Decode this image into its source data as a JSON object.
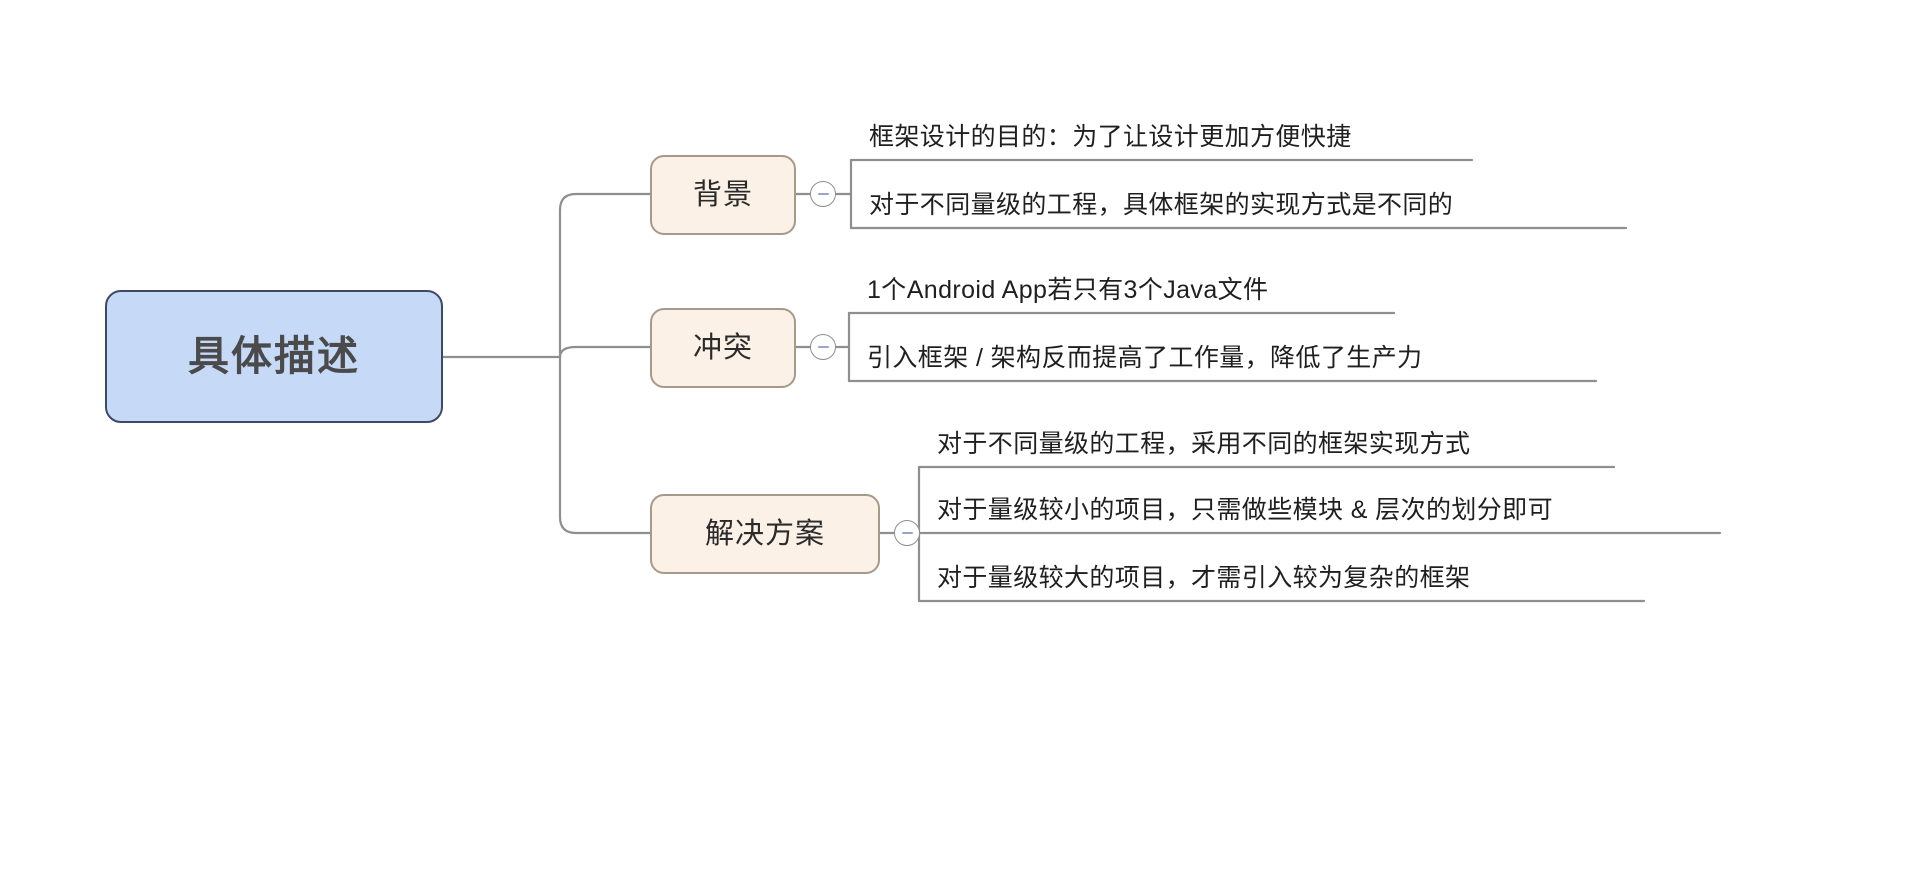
{
  "mindmap": {
    "root": {
      "label": "具体描述",
      "fill": "#c6daf8",
      "border": "#3c4a66",
      "text_color": "#4a4a4a"
    },
    "branch_fill": "#fbf1e7",
    "branch_border": "#a89a8a",
    "connector_color": "#8f8f8f",
    "branches": [
      {
        "label": "背景",
        "toggle_icon": "minus-circle-icon",
        "toggle_state": "expanded",
        "leaves": [
          "框架设计的目的：为了让设计更加方便快捷",
          "对于不同量级的工程，具体框架的实现方式是不同的"
        ]
      },
      {
        "label": "冲突",
        "toggle_icon": "minus-circle-icon",
        "toggle_state": "expanded",
        "leaves": [
          "1个Android App若只有3个Java文件",
          "引入框架 / 架构反而提高了工作量，降低了生产力"
        ]
      },
      {
        "label": "解决方案",
        "toggle_icon": "minus-circle-icon",
        "toggle_state": "expanded",
        "leaves": [
          "对于不同量级的工程，采用不同的框架实现方式",
          "对于量级较小的项目，只需做些模块 & 层次的划分即可",
          "对于量级较大的项目，才需引入较为复杂的框架"
        ]
      }
    ]
  }
}
